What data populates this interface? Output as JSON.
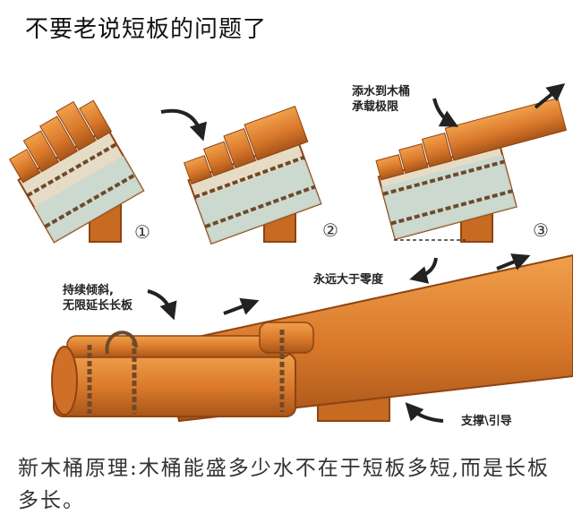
{
  "title": "不要老说短板的问题了",
  "labels": {
    "fill": [
      "添水到木桶",
      "承载极限"
    ],
    "tilt": [
      "持续倾斜,",
      "无限延长长板"
    ],
    "angle": "永远大于零度",
    "support": "支撑\\引导"
  },
  "steps": [
    "①",
    "②",
    "③"
  ],
  "caption": "新木桶原理:木桶能盛多少水不在于短板多短,而是长板多长。",
  "colors": {
    "wood": "#d9782a",
    "wood_dark": "#8e4411",
    "bucket": "#e6dcc5",
    "water": "#c6d8cf",
    "support": "#c76a22",
    "rope": "#6d4a2c"
  },
  "icons": [
    "curved-arrow-icon",
    "arrow-icon"
  ]
}
